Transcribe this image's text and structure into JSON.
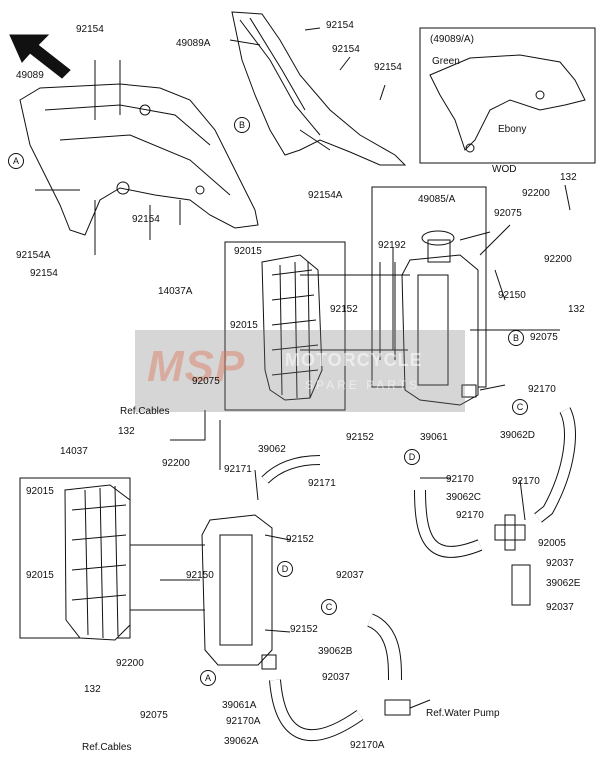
{
  "inset": {
    "title": "(49089/A)",
    "green": "Green",
    "ebony": "Ebony",
    "code": "WOD"
  },
  "watermark": {
    "logo": "MSP",
    "line1": "MOTORCYCLE",
    "line2": "SPARE PARTS"
  },
  "labels": {
    "l92154_a": "92154",
    "l49089": "49089",
    "l49089a": "49089A",
    "l92154_b": "92154",
    "l92154_c": "92154",
    "l92154_d": "92154",
    "l92154a_top": "92154A",
    "l92154_e": "92154",
    "l92154a_left": "92154A",
    "l92154_f": "92154",
    "l49085a": "49085/A",
    "l132_a": "132",
    "l92200_a": "92200",
    "l92075_a": "92075",
    "l92192": "92192",
    "l92015_a": "92015",
    "l14037a": "14037A",
    "l92200_b": "92200",
    "l92150_a": "92150",
    "l132_b": "132",
    "l92015_b": "92015",
    "l92152_a": "92152",
    "l92075_b": "92075",
    "l92075_c": "92075",
    "l92170_a": "92170",
    "l92152_b": "92152",
    "l39061": "39061",
    "l39062d": "39062D",
    "l refcables_a": "Ref.Cables",
    "l132_c": "132",
    "l92200_c": "92200",
    "l39062": "39062",
    "l92171_a": "92171",
    "l92171_b": "92171",
    "l14037": "14037",
    "l92170_b": "92170",
    "l39062c": "39062C",
    "l92170_c": "92170",
    "l92015_c": "92015",
    "l92170_d": "92170",
    "l92152_c": "92152",
    "l92005": "92005",
    "l92015_d": "92015",
    "l92150_b": "92150",
    "l92037_a": "92037",
    "l92037_b": "92037",
    "l39062e": "39062E",
    "l92037_c": "92037",
    "l92152_d": "92152",
    "l39062b": "39062B",
    "l92200_d": "92200",
    "l92037_d": "92037",
    "l132_d": "132",
    "l92075_d": "92075",
    "l39061a": "39061A",
    "l92170a_a": "92170A",
    "lrefwaterpump": "Ref.Water Pump",
    "lrefcables_b": "Ref.Cables",
    "l39062a": "39062A",
    "l92170a_b": "92170A"
  },
  "markers": {
    "a_top": "A",
    "b_top": "B",
    "b_right": "B",
    "c_right": "C",
    "d_mid": "D",
    "d_left": "D",
    "c_mid": "C",
    "a_bottom": "A"
  }
}
